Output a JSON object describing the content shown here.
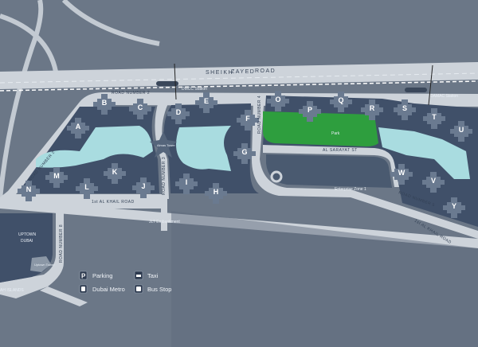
{
  "map": {
    "colors": {
      "background": "#6b7787",
      "road": "#cdd3da",
      "block": "#405069",
      "building": "#6a7a90",
      "water": "#a9dce0",
      "park": "#2e9e3e"
    },
    "roads": {
      "sheikh_zayed": [
        "SHEIKH",
        "ZAYED",
        "ROAD"
      ],
      "road_2_top": "ROAD   NUMBER   2",
      "road_2_left": "ROAD   NUMBER   2",
      "road_3": "ROAD NUMBER 3",
      "road_4": "ROAD NUMBER 4",
      "road_5": "ROAD   NUMBER   5",
      "road_8": "ROAD   NUMBER   8",
      "al_khail_1": "1st AL KHAIL  ROAD",
      "al_khail_2": "1st AL KHAIL ROAD",
      "al_sarayat": "AL SARAYAT ST",
      "islands": "AH  ISLANDS"
    },
    "stations": {
      "dmcc": "DMCC Station",
      "damac": "DAMAC Station"
    },
    "places": {
      "park": "Park",
      "enterprise": "Enterprise Zone 1",
      "jlt_embankment": "JLT Embankment",
      "almas": "Almas Tower",
      "uptown": [
        "UPTOWN",
        "DUBAI"
      ],
      "uptown_tower": "Uptown Tower"
    },
    "clusters": [
      "A",
      "B",
      "C",
      "D",
      "E",
      "F",
      "G",
      "H",
      "I",
      "J",
      "K",
      "L",
      "M",
      "N",
      "O",
      "P",
      "Q",
      "R",
      "S",
      "T",
      "U",
      "V",
      "W",
      "Y"
    ]
  },
  "legend": {
    "items": [
      {
        "icon": "parking-icon",
        "label": "Parking"
      },
      {
        "icon": "taxi-icon",
        "label": "Taxi"
      },
      {
        "icon": "metro-icon",
        "label": "Dubai Metro"
      },
      {
        "icon": "bus-icon",
        "label": "Bus Stop"
      }
    ]
  }
}
